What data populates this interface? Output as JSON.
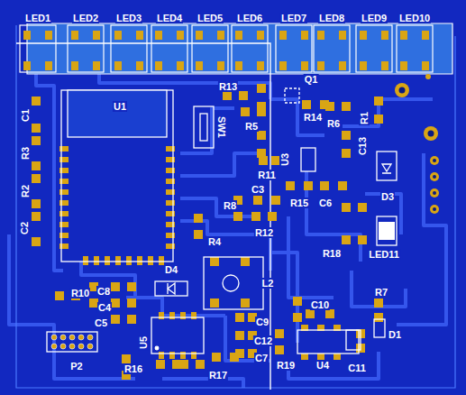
{
  "diagram": {
    "labels": [
      "LED1",
      "LED2",
      "LED3",
      "LED4",
      "LED5",
      "LED6",
      "LED7",
      "LED8",
      "LED9",
      "LED10",
      "U1",
      "R13",
      "Q1",
      "SW1",
      "R5",
      "R14",
      "R6",
      "R1",
      "C1",
      "R3",
      "R2",
      "C2",
      "U3",
      "C13",
      "R11",
      "D3",
      "C3",
      "R15",
      "C6",
      "R8",
      "R12",
      "R4",
      "R18",
      "LED11",
      "D4",
      "L2",
      "R10",
      "C8",
      "C4",
      "C5",
      "U5",
      "C9",
      "C10",
      "R7",
      "C12",
      "D1",
      "P2",
      "C7",
      "R19",
      "U4",
      "C11",
      "R16",
      "R17"
    ]
  }
}
